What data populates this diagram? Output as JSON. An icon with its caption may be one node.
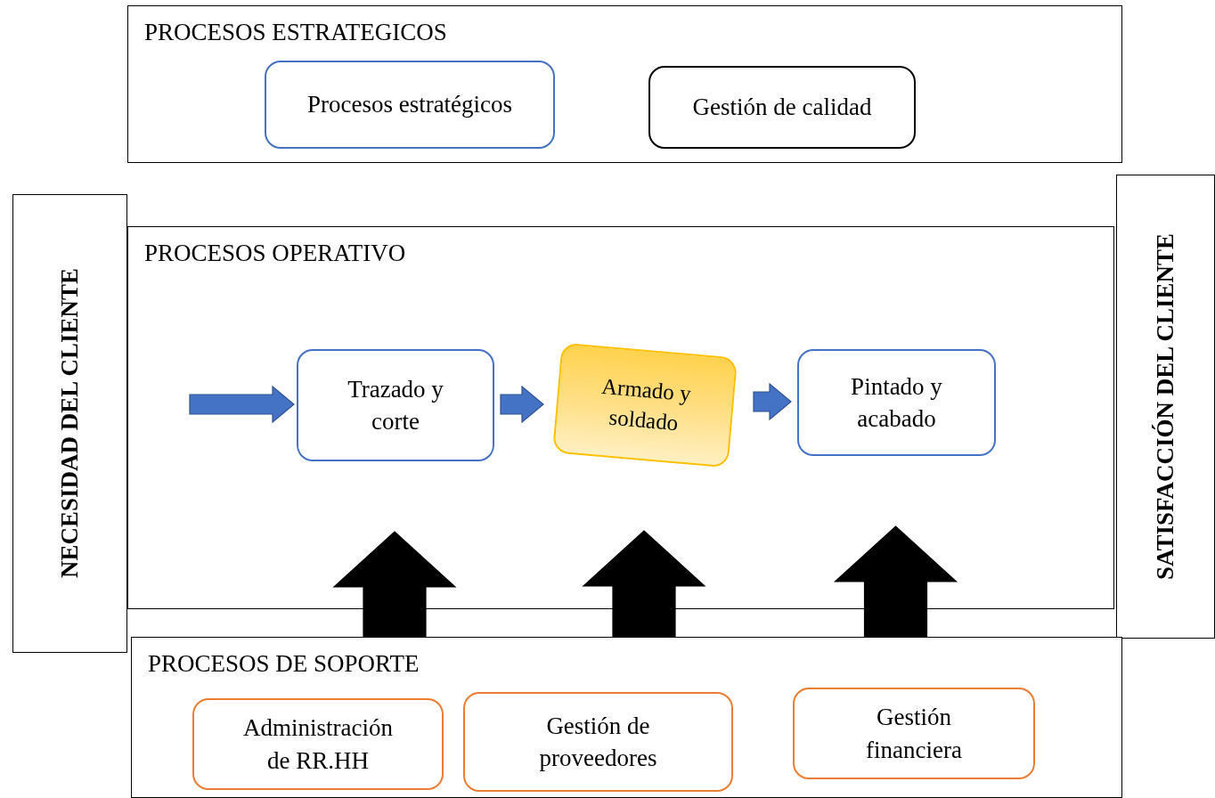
{
  "diagram": {
    "nodes": [
      {
        "text": [
          "PROCESOS ESTRATEGICOS"
        ]
      },
      {
        "text": [
          "Procesos estratégicos"
        ],
        "in": 0
      },
      {
        "text": [
          "Gestión de calidad"
        ],
        "in": 0
      },
      {
        "text": [
          "NECESIDAD DEL CLIENTE"
        ]
      },
      {
        "text": [
          "SATISFACCIÓN DEL CLIENTE"
        ]
      },
      {
        "text": [
          "PROCESOS OPERATIVO"
        ]
      },
      {
        "text": [
          "Trazado y corte"
        ],
        "in": 5
      },
      {
        "text": [
          "Armado y soldado"
        ],
        "in": 5
      },
      {
        "text": [
          "Pintado y acabado"
        ],
        "in": 5
      },
      {
        "text": [
          "PROCESOS DE SOPORTE"
        ]
      },
      {
        "text": [
          "Administración de RR.HH"
        ],
        "in": 9
      },
      {
        "text": [
          "Gestión de proveedores"
        ],
        "in": 9
      },
      {
        "text": [
          "Gestión financiera"
        ],
        "in": 9
      }
    ],
    "edges": [
      {
        "from": null,
        "to": 6,
        "arrow": "to"
      },
      {
        "from": 6,
        "to": 7,
        "arrow": "to"
      },
      {
        "from": 7,
        "to": 8,
        "arrow": "to"
      },
      {
        "from": 9,
        "to": 6,
        "arrow": "to",
        "style": "thick",
        "color": "#000000"
      },
      {
        "from": 9,
        "to": 7,
        "arrow": "to",
        "style": "thick",
        "color": "#000000"
      },
      {
        "from": 9,
        "to": 8,
        "arrow": "to",
        "style": "thick",
        "color": "#000000"
      }
    ]
  }
}
